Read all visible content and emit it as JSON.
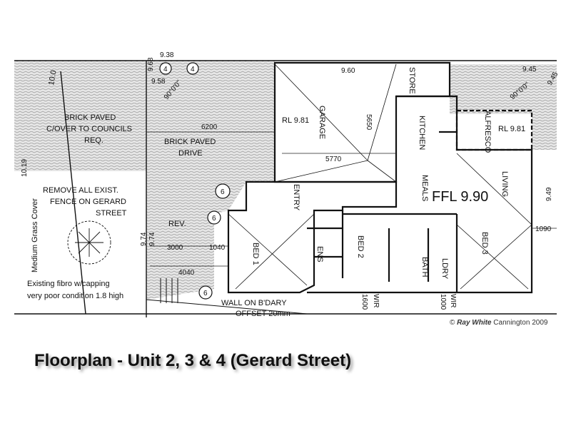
{
  "caption": "Floorplan - Unit 2, 3 & 4  (Gerard Street)",
  "credit": {
    "symbol": "©",
    "brand": "Ray White",
    "rest": "Cannington 2009"
  },
  "rooms": {
    "garage": "GARAGE",
    "store": "STORE",
    "kitchen": "KITCHEN",
    "alfresco": "ALFRESCO",
    "meals": "MEALS",
    "living": "LIVING",
    "entry": "ENTRY",
    "bed1": "BED 1",
    "ens": "ENS",
    "bed2": "BED 2",
    "bath": "BATH",
    "ldry": "LDRY",
    "bed3": "BED 3",
    "wir1": "WIR",
    "wir2": "WIR"
  },
  "levels": {
    "rl_garage": "RL 9.81",
    "rl_alfresco": "RL 9.81",
    "ffl": "FFL 9.90"
  },
  "site_notes": {
    "brick_paved_1": "BRICK PAVED",
    "brick_paved_2": "C/OVER TO COUNCILS",
    "brick_paved_3": "REQ.",
    "drive_1": "BRICK PAVED",
    "drive_2": "DRIVE",
    "remove_1": "REMOVE ALL EXIST.",
    "remove_2": "FENCE ON GERARD",
    "remove_3": "STREET",
    "rev": "REV.",
    "grass": "Medium Grass Cover",
    "fence_1": "Existing fibro w/capping",
    "fence_2": "very poor condition 1.8 high",
    "wall_1": "WALL ON B'DARY",
    "wall_2": "OFFSET 20mm"
  },
  "dimensions": {
    "d938": "9.38",
    "d968": "9.68",
    "d958": "9.58",
    "d960": "9.60",
    "d945a": "9.45",
    "d945b": "9.45",
    "d100": "10.0",
    "d1019": "10.19",
    "d974a": "9.74",
    "d974b": "9.74",
    "d949": "9.49",
    "d1090": "1090",
    "d6200": "6200",
    "d5650": "5650",
    "d5770": "5770",
    "d3000": "3000",
    "d1040": "1040",
    "d4040": "4040",
    "d1600": "1600",
    "d1000": "1000",
    "angle1": "90°0'0\"",
    "angle2": "90°0'0\""
  },
  "markers": {
    "m4a": "4",
    "m4b": "4",
    "m6a": "6",
    "m6b": "6",
    "m6c": "6"
  }
}
